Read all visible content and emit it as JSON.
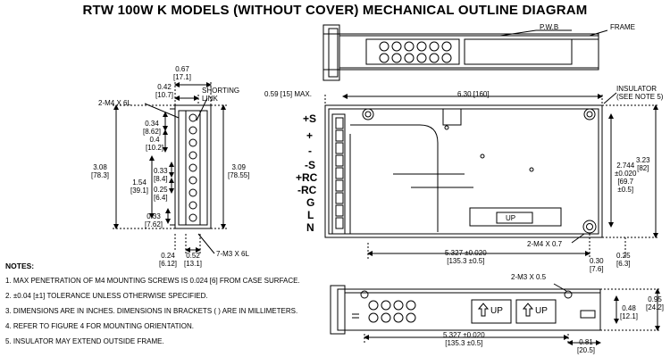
{
  "title": "RTW 100W K MODELS (WITHOUT COVER) MECHANICAL OUTLINE DIAGRAM",
  "notes": {
    "heading": "NOTES:",
    "items": [
      "1. MAX PENETRATION OF M4 MOUNTING SCREWS IS 0.024 [6] FROM CASE SURFACE.",
      "2. ±0.04 [±1]  TOLERANCE UNLESS OTHERWISE SPECIFIED.",
      "3. DIMENSIONS ARE IN INCHES. DIMENSIONS IN BRACKETS ( ) ARE IN MILLIMETERS.",
      "4.  REFER TO FIGURE 4 FOR MOUNTING ORIENTATION.",
      "5. INSULATOR MAY EXTEND OUTSIDE FRAME."
    ]
  },
  "side_view": {
    "d067": [
      "0.67",
      "[17.1]"
    ],
    "d042": [
      "0.42",
      "[10.7]"
    ],
    "shorting_link": [
      "SHORTING",
      "LINK"
    ],
    "m4": "2-M4 X 6L",
    "d034": [
      "0.34",
      "[8.62]"
    ],
    "d04": [
      "0.4",
      "[10.2]"
    ],
    "d308": [
      "3.08",
      "[78.3]"
    ],
    "d154": [
      "1.54",
      "[39.1]"
    ],
    "d033a": [
      "0.33",
      "[8.4]"
    ],
    "d025": [
      "0.25",
      "[6.4]"
    ],
    "d309": [
      "3.09",
      "[78.55]"
    ],
    "d033b": [
      "0.33",
      "[7.62]"
    ],
    "d024": [
      "0.24",
      "[6.12]"
    ],
    "d052": [
      "0.52",
      "[13.1]"
    ],
    "m3": "7-M3 X 6L"
  },
  "top_view": {
    "pwb": "P.W.B",
    "frame": "FRAME"
  },
  "front_view": {
    "d059": "0.59 [15] MAX.",
    "d630": "6.30 [160]",
    "insulator": [
      "INSULATOR",
      "(SEE NOTE 5)"
    ],
    "pins": [
      "+S",
      "+",
      "-",
      "-S",
      "+RC",
      "-RC",
      "G",
      "L",
      "N"
    ],
    "d323": [
      "3.23",
      "[82]"
    ],
    "d2744": [
      "2.744",
      "±0.020",
      "[69.7",
      "±0.5]"
    ],
    "up": "UP",
    "m4x07": "2-M4 X 0.7",
    "d5327": [
      "5.327 ±0.020",
      "[135.3 ±0.5]"
    ],
    "d025": [
      "0.25",
      "[6.3]"
    ],
    "d030": [
      "0.30",
      "[7.6]"
    ]
  },
  "bottom_view": {
    "m3x05": "2-M3 X 0.5",
    "up1": "UP",
    "up2": "UP",
    "d095": [
      "0.95",
      "[24.2]"
    ],
    "d048": [
      "0.48",
      "[12.1]"
    ],
    "d5327": [
      "5.327 ±0.020",
      "[135.3 ±0.5]"
    ],
    "d081": [
      "0.81",
      "[20.5]"
    ]
  }
}
